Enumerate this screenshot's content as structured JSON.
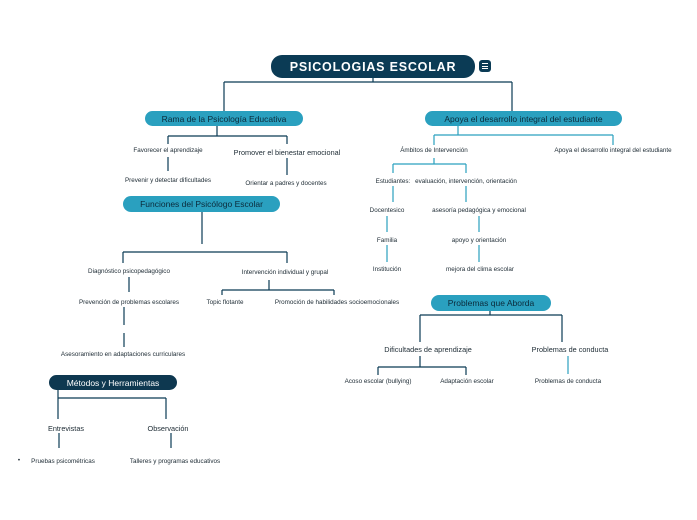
{
  "root": {
    "title": "PSICOLOGIAS ESCOLAR"
  },
  "rama": {
    "title": "Rama de la Psicología Educativa",
    "favorecer": "Favorecer el aprendizaje",
    "prevenir": "Prevenir y detectar dificultades",
    "promover": "Promover el bienestar emocional",
    "orientar": "Orientar a padres y docentes"
  },
  "funciones": {
    "title": "Funciones del Psicólogo Escolar",
    "diagnostico": "Diagnóstico psicopedagógico",
    "prevencion": "Prevención de problemas escolares",
    "asesoramiento": "Asesoramiento en adaptaciones curriculares",
    "intervencion": "Intervención individual y grupal",
    "topic": "Topic flotante",
    "promocion": "Promoción de habilidades socioemocionales"
  },
  "metodos": {
    "title": "Métodos y Herramientas",
    "entrevistas": "Entrevistas",
    "pruebas": "Pruebas psicométricas",
    "bullet": "•",
    "observacion": "Observación",
    "talleres": "Talleres y programas educativos"
  },
  "apoya": {
    "title": "Apoya el desarrollo integral del estudiante",
    "ambitos": "Ámbitos de Intervención",
    "apoya_label": "Apoya el desarrollo integral del estudiante",
    "estudiantes": "Estudiantes:",
    "docentesico": "Docentesico",
    "familia": "Familia",
    "institucion": "Institución",
    "evaluacion": "evaluación, intervención, orientación",
    "asesoria": "asesoría pedagógica y emocional",
    "apoyo": "apoyo y orientación",
    "mejora": "mejora del clima escolar"
  },
  "problemas": {
    "title": "Problemas que Aborda",
    "dificultades": "Dificultades de aprendizaje",
    "acoso": "Acoso escolar (bullying)",
    "adaptacion": "Adaptación escolar",
    "conducta": "Problemas de conducta",
    "conducta_child": "Problemas de conducta"
  },
  "colors": {
    "navy": "#0b3b55",
    "teal": "#2aa0bf"
  }
}
